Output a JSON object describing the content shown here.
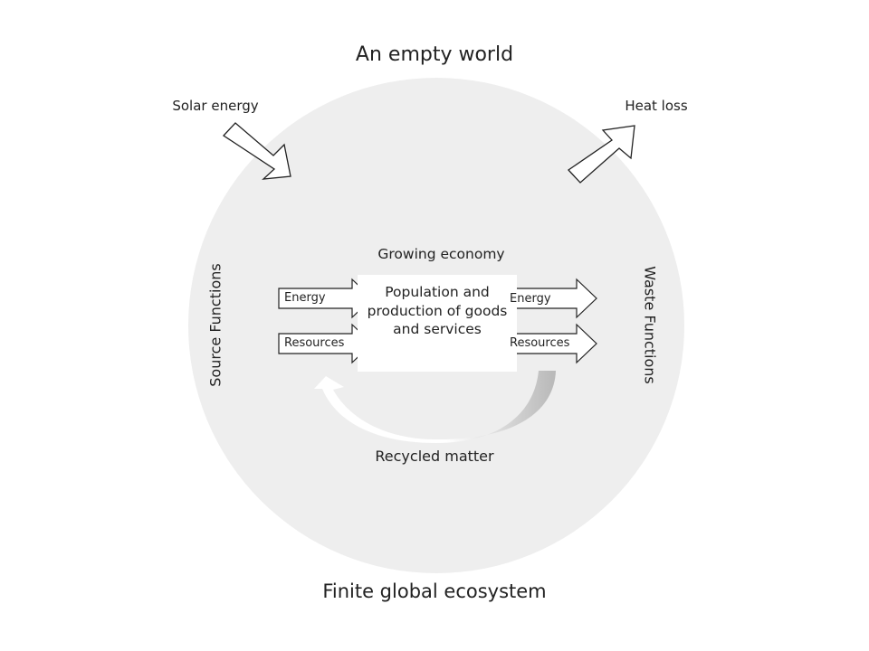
{
  "title": "An empty world",
  "footer": "Finite global ecosystem",
  "solar_label": "Solar energy",
  "heat_label": "Heat loss",
  "economy_label": "Growing economy",
  "box_text": "Population and production of goods and services",
  "source_label": "Source Functions",
  "waste_label": "Waste Functions",
  "inputs": {
    "energy": "Energy",
    "resources": "Resources"
  },
  "outputs": {
    "energy": "Energy",
    "resources": "Resources"
  },
  "recycle_label": "Recycled matter",
  "colors": {
    "ecosystem": "#eeeeee",
    "recycle_arrow": "#ffffff",
    "recycle_shadow": "#bdbdbd",
    "stroke": "#222222"
  }
}
